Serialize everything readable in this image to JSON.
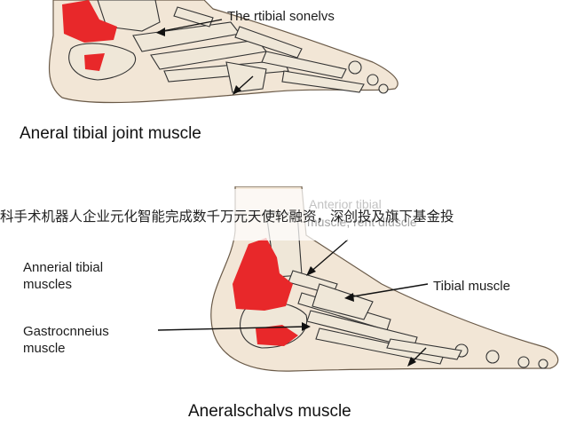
{
  "top_diagram": {
    "callout": "The rtibial sonelvs",
    "caption": "Aneral tibial joint muscle"
  },
  "bottom_diagram": {
    "faint_label_line1": "Anterior tibial",
    "faint_label_line2": "muscle, rent dluscle",
    "label_left_top": "Annerial tibial\nmuscles",
    "label_left_bottom": "Gastrocnneius\nmuscle",
    "label_right": "Tibial muscle",
    "caption": "Aneralschalvs muscle"
  },
  "overlay_banner": {
    "text": "科手术机器人企业元化智能完成数千万元天使轮融资，深创投及旗下基金投"
  },
  "colors": {
    "muscle_red": "#e8282a",
    "bone_fill": "#efe7d8",
    "skin_fill": "#f2e6d6",
    "outline": "#333333"
  }
}
